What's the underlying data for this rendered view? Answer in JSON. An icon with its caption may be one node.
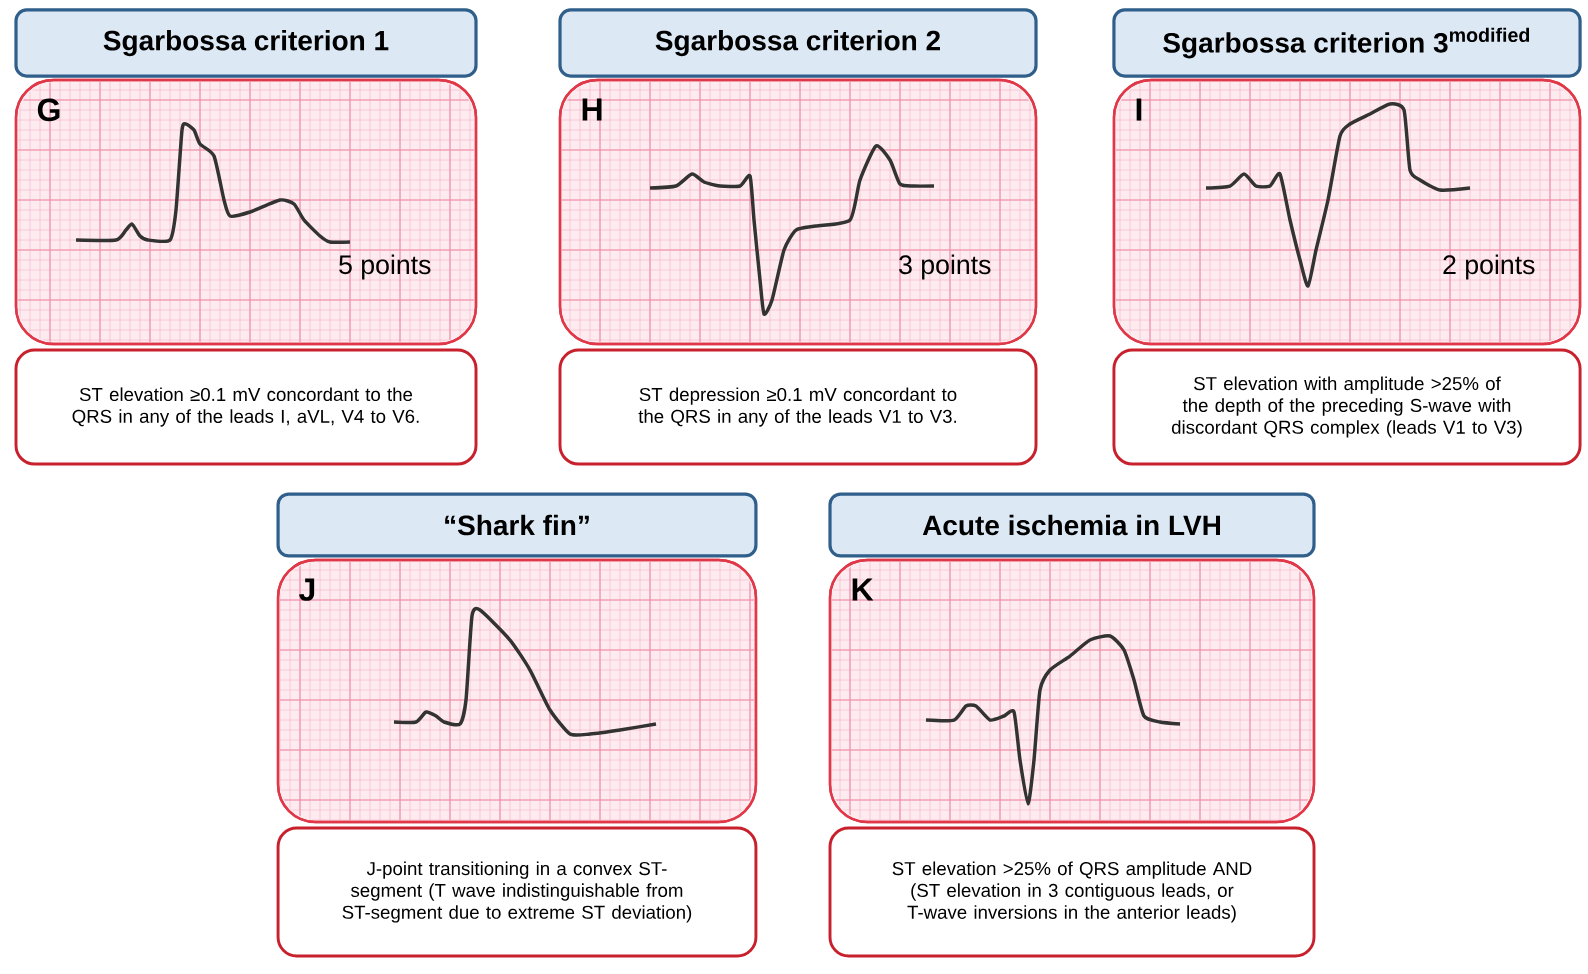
{
  "diagram": {
    "nodes": [
      {
        "text": [
          "Sgarbossa criterion 1"
        ]
      },
      {
        "text": [
          "G",
          "5 points"
        ]
      },
      {
        "text": [
          "ST elevation ≥0.1 mV concordant to the QRS in any of the leads I, aVL, V4 to V6."
        ]
      },
      {
        "text": [
          "Sgarbossa criterion 2"
        ]
      },
      {
        "text": [
          "H",
          "3 points"
        ]
      },
      {
        "text": [
          "ST depression ≥0.1 mV concordant to the QRS in any of the leads V1 to V3."
        ]
      },
      {
        "text": [
          "Sgarbossa criterion 3$^{modified}$"
        ]
      },
      {
        "text": [
          "I",
          "2 points"
        ]
      },
      {
        "text": [
          "ST elevation with amplitude >25% of the depth of the preceding S-wave with discordant QRS complex (leads V1 to V3)"
        ]
      },
      {
        "text": [
          "“Shark fin”"
        ]
      },
      {
        "text": [
          "J"
        ]
      },
      {
        "text": [
          "J-point transitioning in a convex ST-segment (T wave indistinguishable from ST-segment due to extreme ST deviation)"
        ]
      },
      {
        "text": [
          "Acute ischemia in LVH"
        ]
      },
      {
        "text": [
          "K"
        ]
      },
      {
        "text": [
          "ST elevation >25% of QRS amplitude AND (ST elevation in 3 contiguous leads, or T-wave inversions in the anterior leads)"
        ]
      }
    ]
  }
}
